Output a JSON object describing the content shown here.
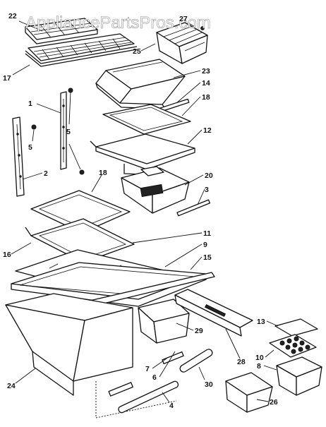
{
  "watermark": "AppliancePartsPros.com",
  "callouts": {
    "c22": "22",
    "c27": "27",
    "c25": "25",
    "c17": "17",
    "c23": "23",
    "c14": "14",
    "c18a": "18",
    "c1": "1",
    "c12": "12",
    "c5a": "5",
    "c5b": "5",
    "c2": "2",
    "c18b": "18",
    "c20": "20",
    "c3": "3",
    "c11": "11",
    "c9": "9",
    "c16": "16",
    "c15": "15",
    "c29": "29",
    "c13": "13",
    "c28": "28",
    "c10": "10",
    "c8": "8",
    "c7": "7",
    "c6": "6",
    "c30": "30",
    "c24": "24",
    "c26": "26",
    "c4": "4"
  }
}
